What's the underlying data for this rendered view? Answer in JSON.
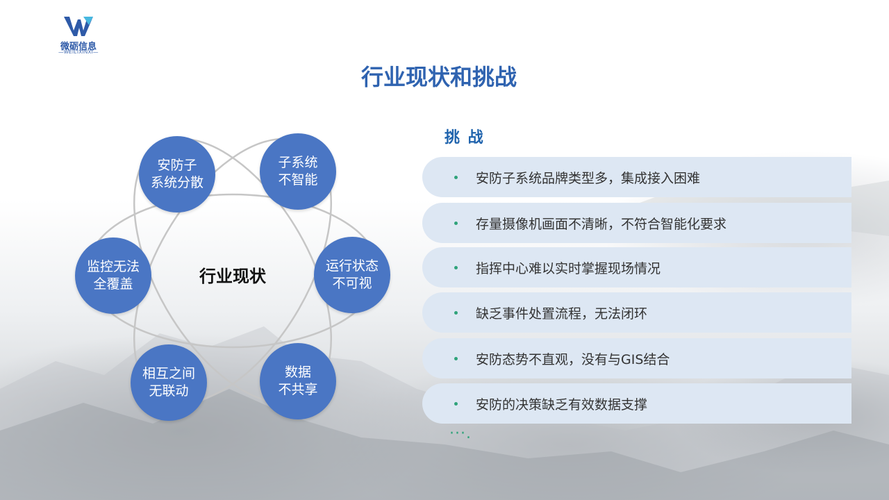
{
  "logo": {
    "name_cn": "微砺信息",
    "name_en": "WEILIXINXI",
    "brand_color": "#2e5aa8"
  },
  "title": "行业现状和挑战",
  "status": {
    "center_label": "行业现状",
    "items": [
      "安防子\n系统分散",
      "子系统\n不智能",
      "运行状态\n不可视",
      "数据\n不共享",
      "相互之间\n无联动",
      "监控无法\n全覆盖"
    ],
    "circle_color": "#4a76c4"
  },
  "challenges": {
    "heading": "挑 战",
    "items": [
      "安防子系统品牌类型多，集成接入困难",
      "存量摄像机画面不清晰，不符合智能化要求",
      "指挥中心难以实时掌握现场情况",
      "缺乏事件处置流程，无法闭环",
      "安防态势不直观，没有与GIS结合",
      "安防的决策缺乏有效数据支撑"
    ],
    "more": "···.",
    "bar_color": "#dde7f3",
    "bullet_color": "#2fa37a"
  },
  "colors": {
    "title": "#2f63b0",
    "heading": "#1f63ad"
  }
}
